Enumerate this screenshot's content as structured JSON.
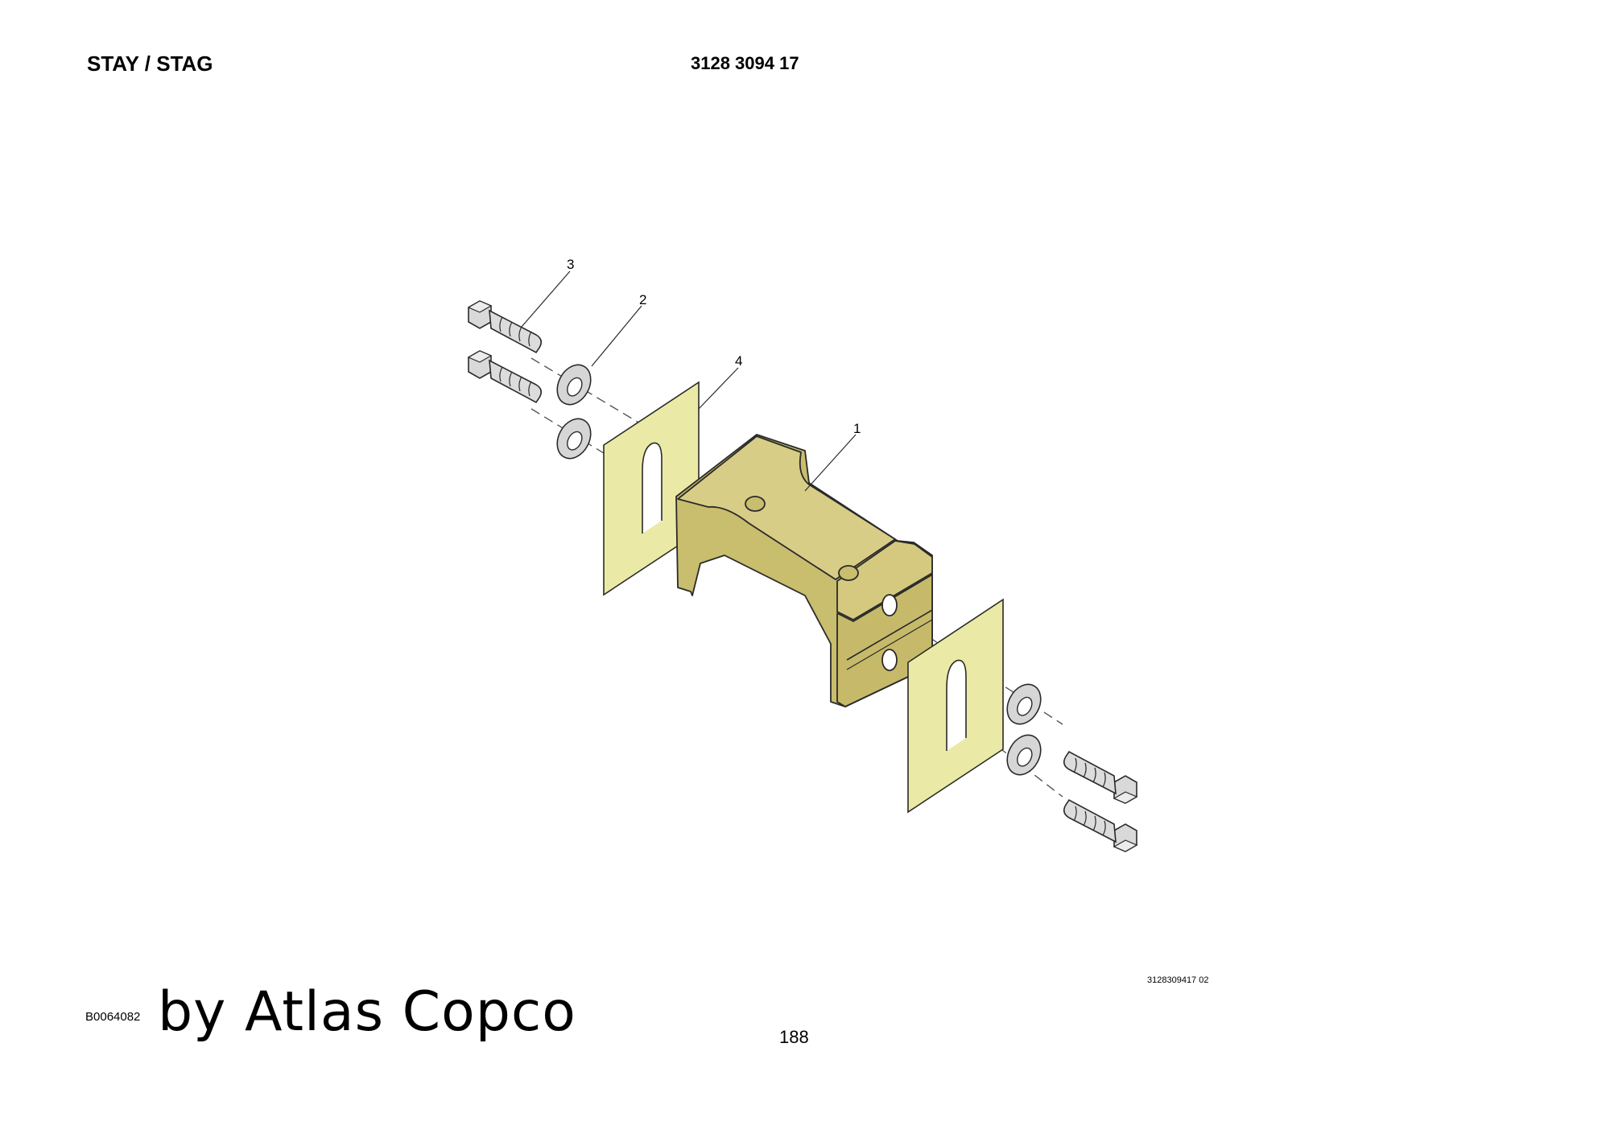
{
  "header": {
    "title": "STAY / STAG",
    "document_number": "3128 3094 17"
  },
  "drawing": {
    "callouts": [
      "1",
      "2",
      "3",
      "4"
    ],
    "reference": "3128309417 02",
    "colors": {
      "part_fill": "#d4c97f",
      "shim_fill": "#eaeaa6",
      "hardware_fill": "#d9d9d9",
      "stroke": "#2a2a2a"
    }
  },
  "footer": {
    "b_number": "B0064082",
    "brand_text": "by Atlas Copco",
    "page_number": "188"
  }
}
